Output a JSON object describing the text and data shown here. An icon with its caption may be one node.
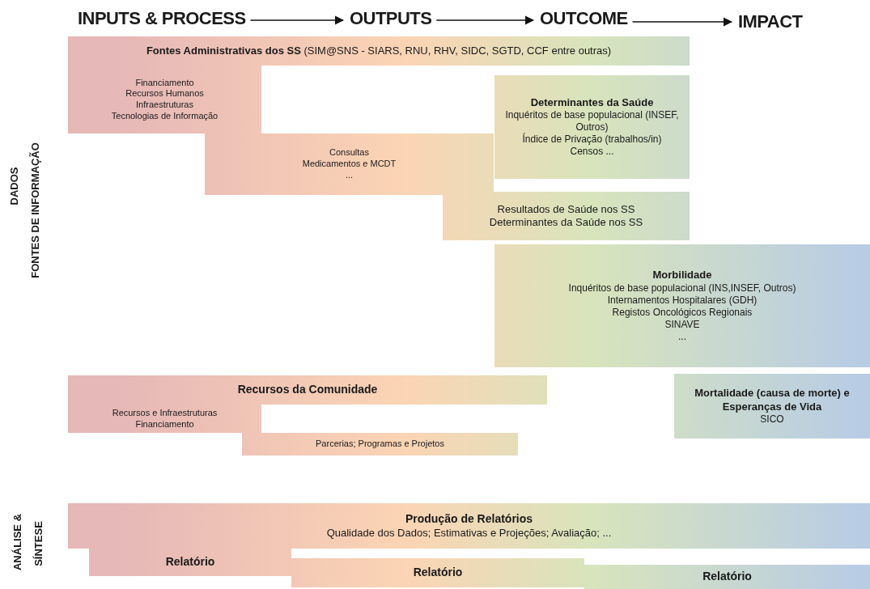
{
  "diagram": {
    "nodes": [
      {
        "text": [
          "INPUTS & PROCESS"
        ]
      },
      {
        "text": [
          "OUTPUTS"
        ]
      },
      {
        "text": [
          "OUTCOME"
        ]
      },
      {
        "text": [
          "IMPACT"
        ]
      },
      {
        "text": [
          "**Fontes Administrativas dos SS** (SIM@SNS - SIARS, RNU, RHV, SIDC, SGTD, CCF entre outras)"
        ]
      },
      {
        "text": [
          "Financiamento",
          "Recursos Humanos",
          "Infraestruturas",
          "Tecnologias de Informação"
        ]
      },
      {
        "text": [
          "Consultas",
          "Medicamentos e MCDT",
          "..."
        ]
      },
      {
        "text": [
          "Determinantes da Saúde",
          "Inquéritos de base populacional (INSEF, Outros)",
          "Índice de Privação (trabalhos/in)",
          "Censos ..."
        ]
      },
      {
        "text": [
          "Resultados de Saúde nos SS",
          "Determinantes da Saúde nos SS"
        ]
      },
      {
        "text": [
          "Morbilidade",
          "Inquéritos de base populacional (INS,INSEF, Outros)",
          "Internamentos Hospitalares (GDH)",
          "Registos Oncológicos Regionais",
          "SINAVE",
          "..."
        ]
      },
      {
        "text": [
          "Recursos da Comunidade"
        ]
      },
      {
        "text": [
          "Recursos e Infraestruturas",
          "Financiamento"
        ]
      },
      {
        "text": [
          "Parcerias; Programas e Projetos"
        ]
      },
      {
        "text": [
          "Mortalidade (causa de morte) e Esperanças de Vida",
          "SICO"
        ]
      },
      {
        "text": [
          "Produção de Relatórios",
          "Qualidade dos Dados; Estimativas e Projeções; Avaliação; ..."
        ]
      },
      {
        "text": [
          "Relatório"
        ]
      },
      {
        "text": [
          "Relatório"
        ]
      },
      {
        "text": [
          "Relatório"
        ]
      }
    ],
    "edges": [
      {
        "from": 0,
        "to": 1,
        "arrow": "to"
      },
      {
        "from": 1,
        "to": 2,
        "arrow": "to"
      },
      {
        "from": 2,
        "to": 3,
        "arrow": "to"
      }
    ],
    "labels": [
      "DADOS",
      "FONTES DE INFORMAÇÃO",
      "ANÁLISE &",
      "SÍNTESE"
    ]
  }
}
